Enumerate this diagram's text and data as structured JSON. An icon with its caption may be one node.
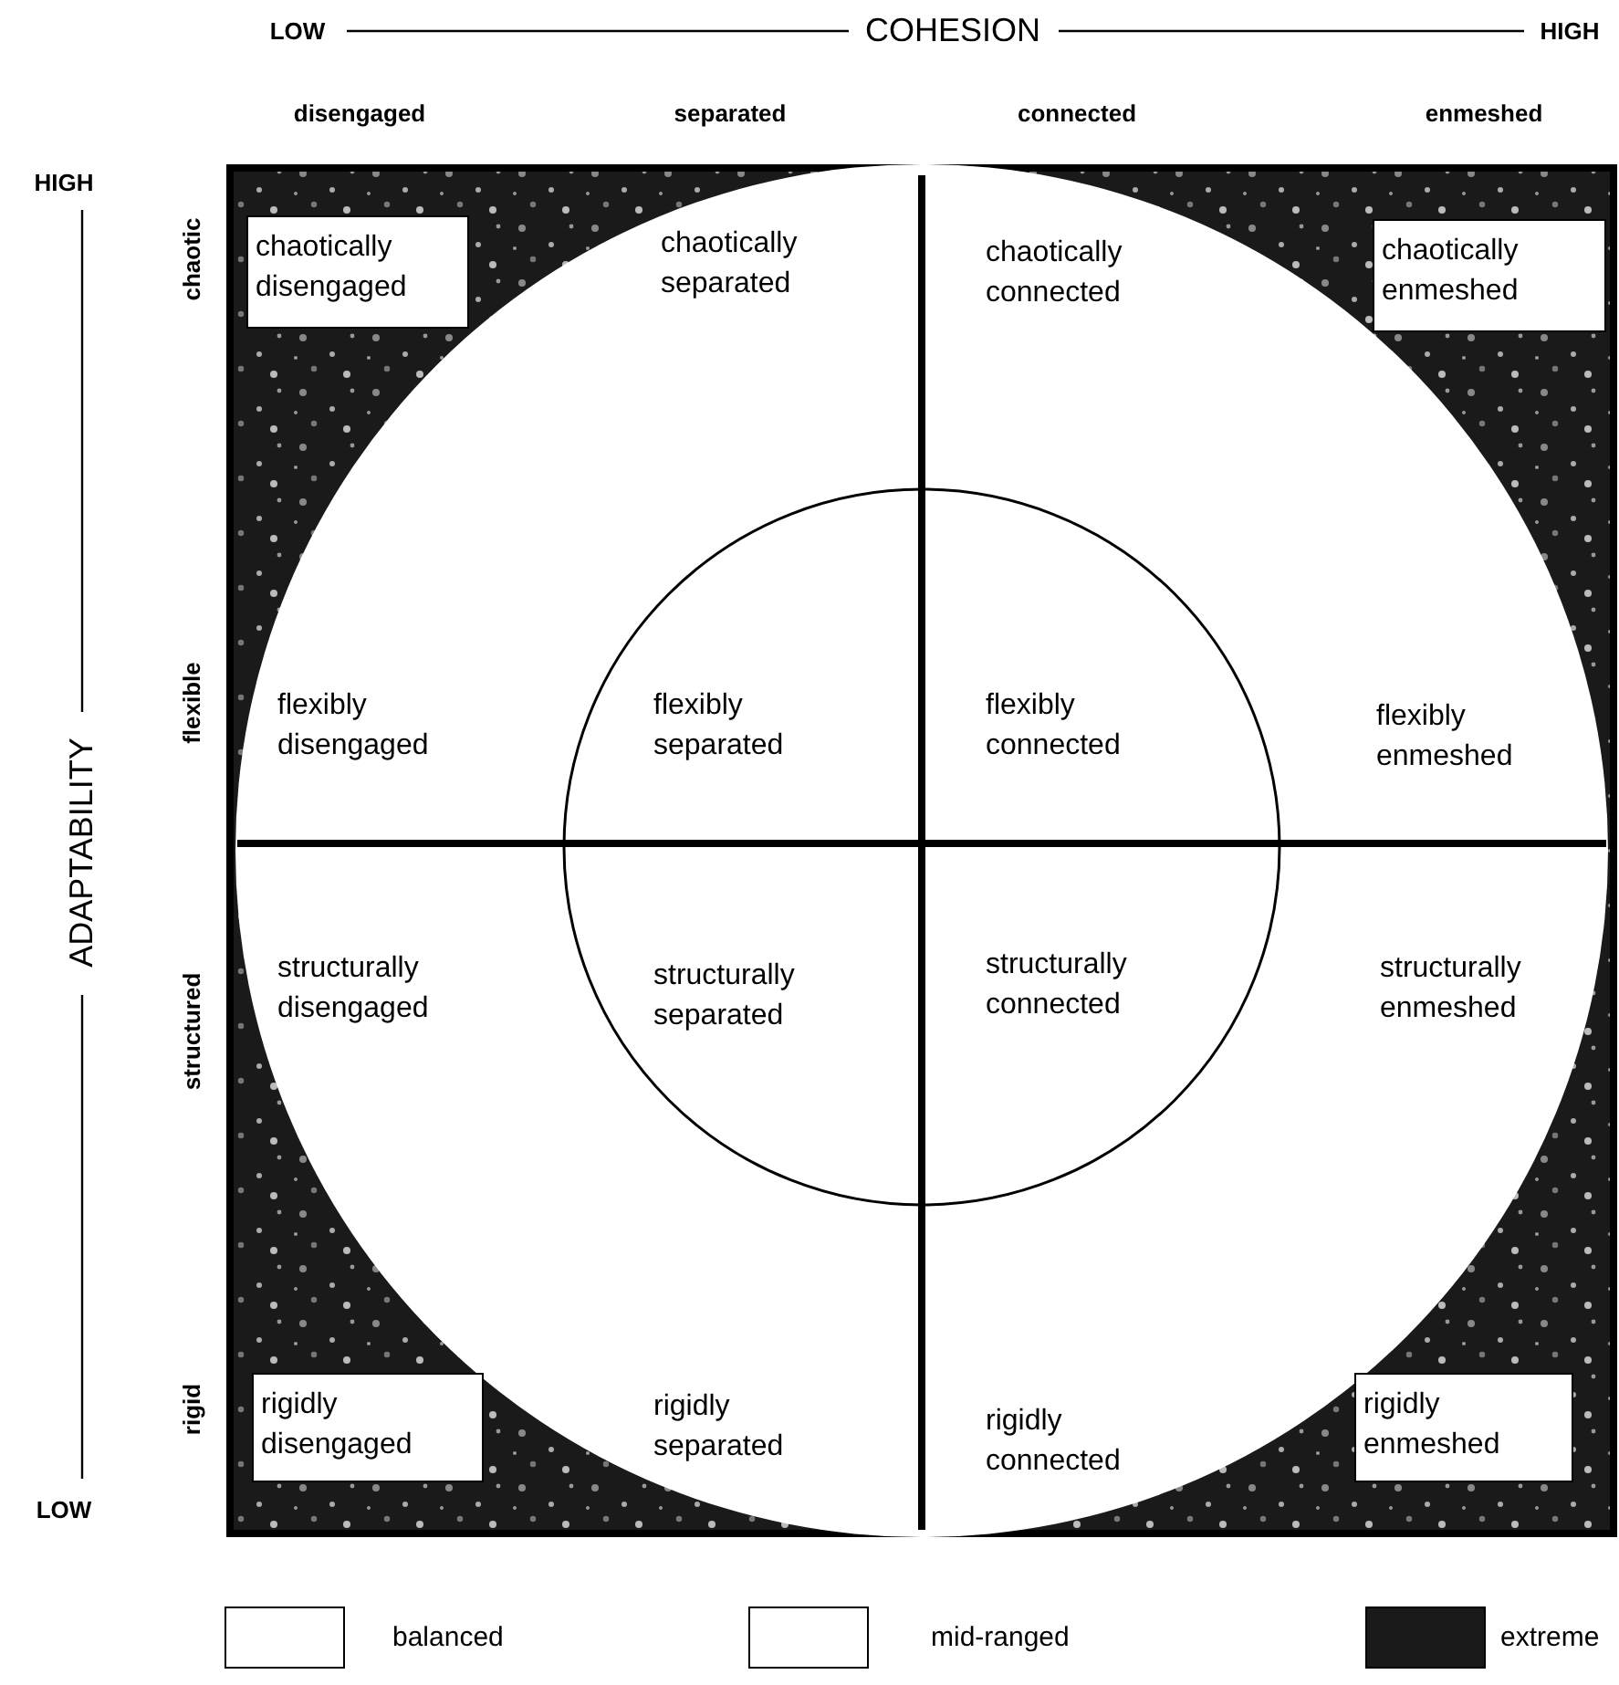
{
  "diagram": {
    "nodes": [
      {
        "text": [
          "chaotically disengaged"
        ]
      },
      {
        "text": [
          "chaotically enmeshed"
        ]
      },
      {
        "text": [
          "rigidly disengaged"
        ]
      },
      {
        "text": [
          "rigidly enmeshed"
        ]
      }
    ],
    "labels": [
      "LOW",
      "COHESION",
      "HIGH",
      "disengaged",
      "separated",
      "connected",
      "enmeshed",
      "HIGH",
      "ADAPTABILITY",
      "LOW",
      "chaotic",
      "flexible",
      "structured",
      "rigid",
      "chaotically separated",
      "chaotically connected",
      "flexibly disengaged",
      "flexibly separated",
      "flexibly connected",
      "flexibly enmeshed",
      "structurally disengaged",
      "structurally separated",
      "structurally connected",
      "structurally enmeshed",
      "rigidly separated",
      "rigidly connected"
    ],
    "legend": [
      {
        "text": "balanced",
        "color": "#ffffff"
      },
      {
        "text": "mid-ranged",
        "color": "#ffffff"
      },
      {
        "text": "extreme",
        "color": "#1a1a1a"
      }
    ]
  }
}
